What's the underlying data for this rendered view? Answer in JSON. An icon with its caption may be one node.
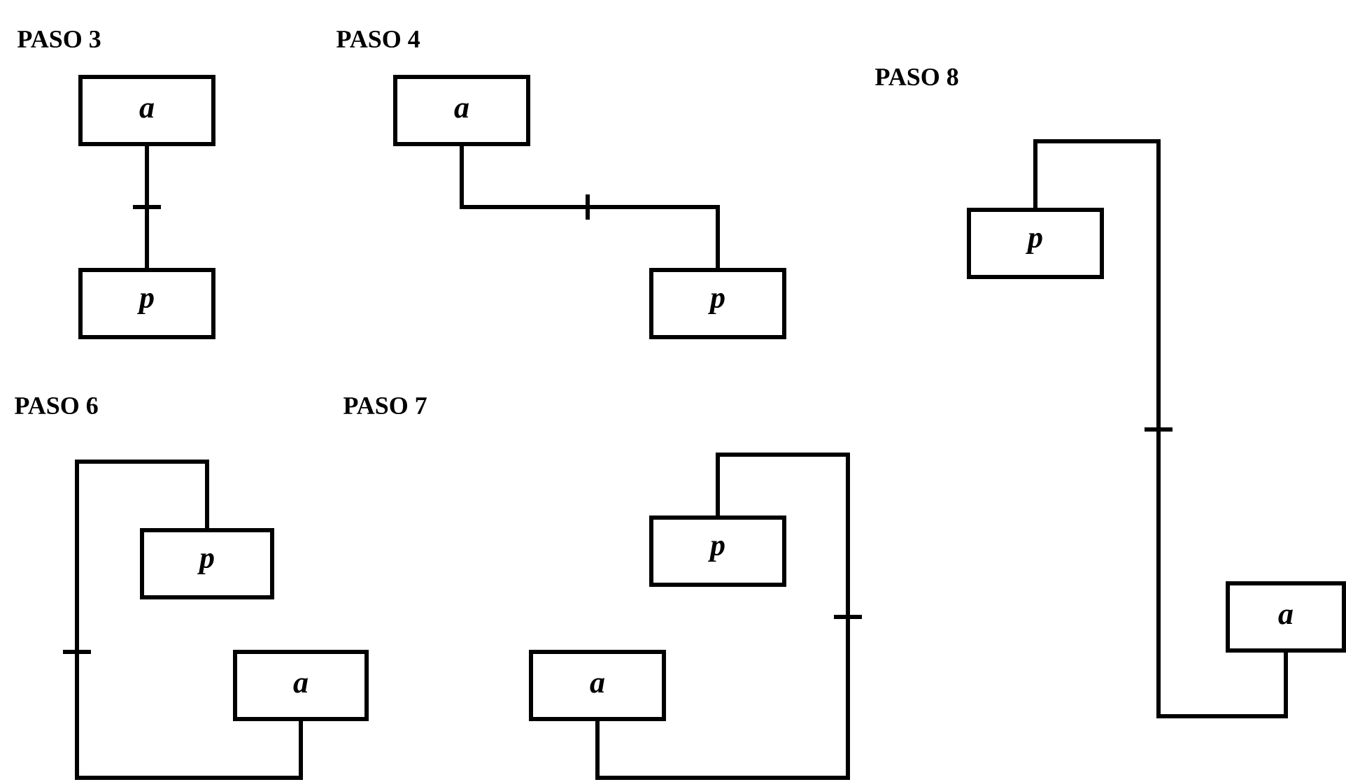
{
  "diagram": {
    "nodes": [
      {
        "text": [
          "a"
        ]
      },
      {
        "text": [
          "p"
        ]
      },
      {
        "text": [
          "a"
        ]
      },
      {
        "text": [
          "p"
        ]
      },
      {
        "text": [
          "p"
        ]
      },
      {
        "text": [
          "a"
        ]
      },
      {
        "text": [
          "p"
        ]
      },
      {
        "text": [
          "a"
        ]
      },
      {
        "text": [
          "p"
        ]
      },
      {
        "text": [
          "a"
        ]
      }
    ],
    "edges": [
      {
        "from": 0,
        "to": 1,
        "arrow": "none"
      },
      {
        "from": 2,
        "to": 3,
        "arrow": "none"
      },
      {
        "from": 4,
        "to": 5,
        "arrow": "none"
      },
      {
        "from": 6,
        "to": 7,
        "arrow": "none"
      },
      {
        "from": 8,
        "to": 9,
        "arrow": "none"
      }
    ],
    "labels": [
      "PASO 3",
      "PASO 4",
      "PASO 8",
      "PASO 6",
      "PASO 7"
    ]
  }
}
